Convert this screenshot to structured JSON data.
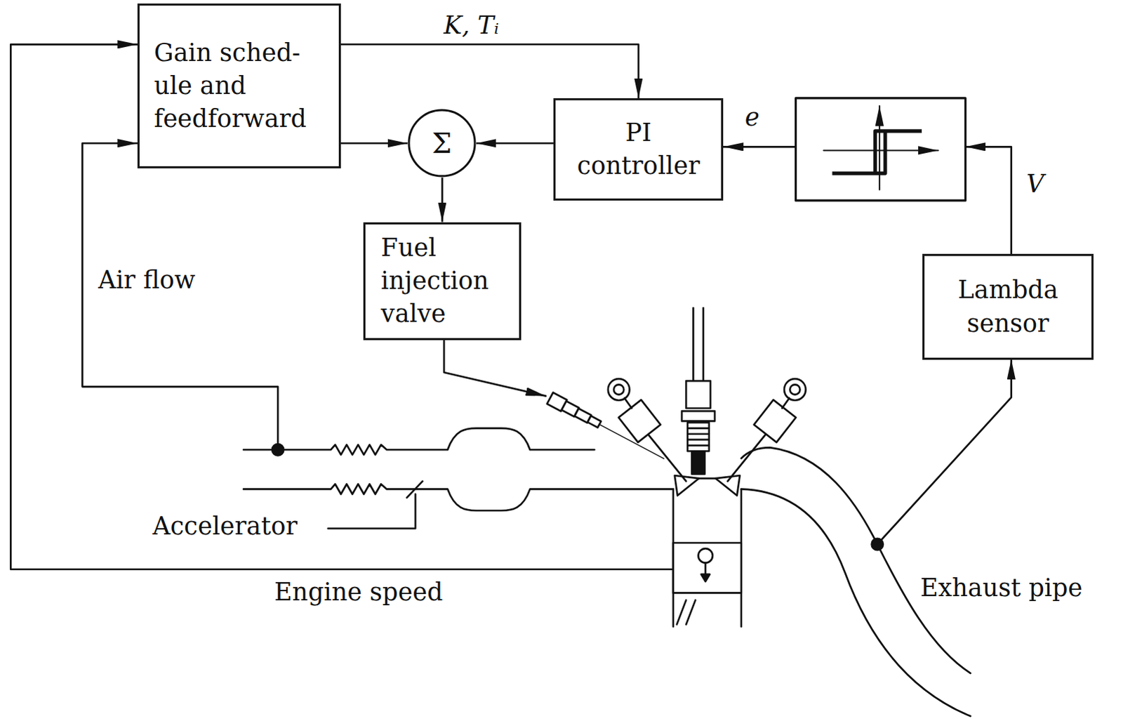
{
  "diagram": {
    "nodes": [
      {
        "text": [
          "Gain sched- ule and feedforward"
        ]
      },
      {
        "text": [
          "Σ"
        ]
      },
      {
        "text": [
          "PI controller"
        ]
      },
      {
        "text": [
          "Fuel injection valve"
        ]
      },
      {
        "text": [
          "Lambda sensor"
        ]
      }
    ],
    "edges": [
      {
        "from": 0,
        "to": 2,
        "arrow": "to",
        "label": "K, Tᵢ"
      },
      {
        "from": 0,
        "to": 1,
        "arrow": "to"
      },
      {
        "from": 2,
        "to": 1,
        "arrow": "to"
      },
      {
        "from": 1,
        "to": 3,
        "arrow": "to"
      }
    ],
    "labels": [
      "e",
      "V",
      "Air flow",
      "Accelerator",
      "Engine speed",
      "Exhaust pipe"
    ]
  }
}
